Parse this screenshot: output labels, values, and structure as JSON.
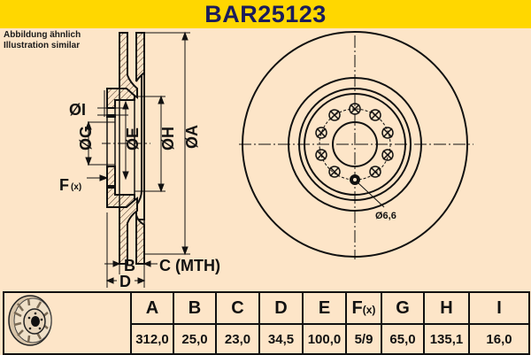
{
  "header": {
    "title": "BAR25123",
    "bg_color": "#ffd700",
    "text_color": "#1a1c5c"
  },
  "note": {
    "line1": "Abbildung ähnlich",
    "line2": "Illustration similar"
  },
  "drawing": {
    "side_labels": {
      "dia_I": "ØI",
      "dia_G": "ØG",
      "dia_E": "ØE",
      "dia_H": "ØH",
      "dia_A": "ØA",
      "F": "F",
      "F_sub": "(x)",
      "B": "B",
      "C": "C (MTH)",
      "D": "D"
    },
    "front_labels": {
      "hole_dia": "Ø6,6"
    }
  },
  "table": {
    "columns": [
      {
        "key": "A",
        "label": "A",
        "value": "312,0"
      },
      {
        "key": "B",
        "label": "B",
        "value": "25,0"
      },
      {
        "key": "C",
        "label": "C",
        "value": "23,0"
      },
      {
        "key": "D",
        "label": "D",
        "value": "34,5"
      },
      {
        "key": "E",
        "label": "E",
        "value": "100,0"
      },
      {
        "key": "F",
        "label": "F",
        "label_sub": "(x)",
        "value": "5/9"
      },
      {
        "key": "G",
        "label": "G",
        "value": "65,0"
      },
      {
        "key": "H",
        "label": "H",
        "value": "135,1"
      },
      {
        "key": "I",
        "label": "I",
        "value": "16,0"
      }
    ]
  },
  "colors": {
    "background": "#fde5c8",
    "line": "#111111",
    "dim_line": "#3a2a1a"
  }
}
